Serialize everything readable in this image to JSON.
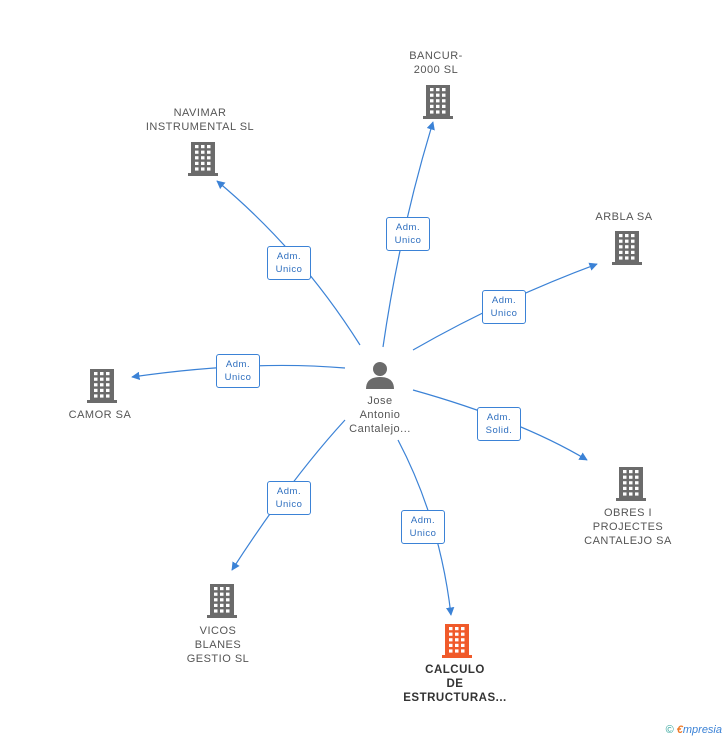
{
  "colors": {
    "edge": "#3b82d6",
    "building": "#6b6b6b",
    "highlight": "#f05a2a",
    "person": "#6b6b6b"
  },
  "center": {
    "label": "Jose\nAntonio\nCantalejo..."
  },
  "nodes": [
    {
      "id": "bancur",
      "label": "BANCUR-\n2000 SL",
      "highlight": false
    },
    {
      "id": "navimar",
      "label": "NAVIMAR\nINSTRUMENTAL SL",
      "highlight": false
    },
    {
      "id": "arbla",
      "label": "ARBLA SA",
      "highlight": false
    },
    {
      "id": "camor",
      "label": "CAMOR SA",
      "highlight": false
    },
    {
      "id": "obres",
      "label": "OBRES I\nPROJECTES\nCANTALEJO SA",
      "highlight": false
    },
    {
      "id": "vicos",
      "label": "VICOS\nBLANES\nGESTIO SL",
      "highlight": false
    },
    {
      "id": "calculo",
      "label": "CALCULO\nDE\nESTRUCTURAS...",
      "highlight": true
    }
  ],
  "edges": [
    {
      "to": "bancur",
      "label": "Adm.\nUnico"
    },
    {
      "to": "navimar",
      "label": "Adm.\nUnico"
    },
    {
      "to": "arbla",
      "label": "Adm.\nUnico"
    },
    {
      "to": "camor",
      "label": "Adm.\nUnico"
    },
    {
      "to": "obres",
      "label": "Adm.\nSolid."
    },
    {
      "to": "vicos",
      "label": "Adm.\nUnico"
    },
    {
      "to": "calculo",
      "label": "Adm.\nUnico"
    }
  ],
  "footer": {
    "copyright": "©",
    "brand_e": "€",
    "brand_rest": "mpresia"
  }
}
